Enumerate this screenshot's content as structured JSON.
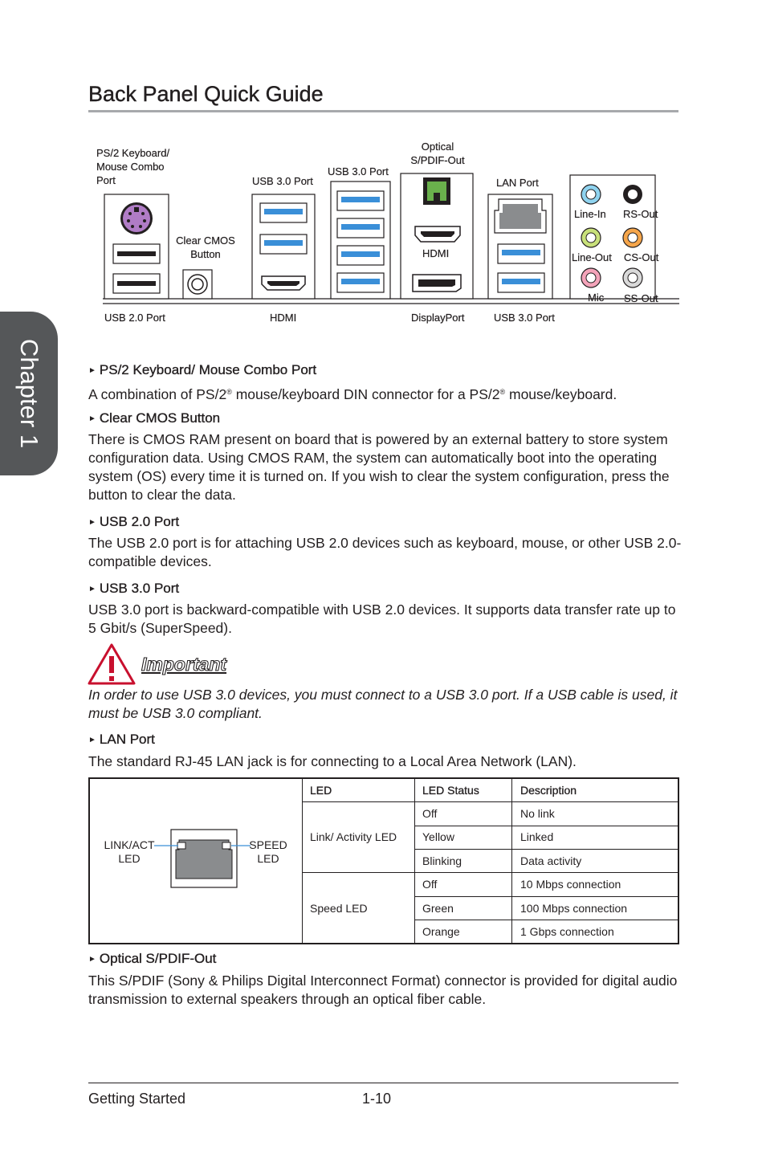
{
  "chapter_tab": "Chapter 1",
  "title": "Back Panel Quick Guide",
  "diagram": {
    "labels": {
      "ps2": [
        "PS/2 Keyboard/",
        "Mouse Combo",
        "Port"
      ],
      "clear_cmos": [
        "Clear CMOS",
        "Button"
      ],
      "usb30_a": "USB 3.0 Port",
      "usb30_b": "USB 3.0 Port",
      "optical": [
        "Optical",
        "S/PDIF-Out"
      ],
      "hdmi_inner": "HDMI",
      "lan": "LAN Port",
      "line_in": "Line-In",
      "rs_out": "RS-Out",
      "line_out": "Line-Out",
      "cs_out": "CS-Out",
      "mic": "Mic",
      "ss_out": "SS-Out",
      "usb20_bottom": "USB 2.0 Port",
      "hdmi_bottom": "HDMI",
      "displayport_bottom": "DisplayPort",
      "usb30_bottom": "USB 3.0 Port"
    },
    "colors": {
      "ps2": "#b07cc6",
      "usb3_blue": "#3a8fd8",
      "optical_green": "#6ab04c",
      "line_in": "#8fd3ef",
      "line_out": "#c8e07a",
      "mic": "#f3a3b9",
      "rs_out": "#231f20",
      "cs_out": "#f5a54a",
      "ss_out": "#d9d9d9"
    }
  },
  "sections": [
    {
      "heading": "PS/2 Keyboard/ Mouse Combo Port",
      "body_parts": [
        "A combination of PS/2",
        "®",
        " mouse/keyboard DIN connector for a PS/2",
        "®",
        " mouse/keyboard."
      ]
    },
    {
      "heading": "Clear CMOS Button",
      "body": "There is CMOS RAM present on board that is powered by an external battery to store system configuration data. Using CMOS RAM, the system can automatically boot into the operating system (OS) every time it is turned on. If you wish to clear the system configuration, press the button to clear the data."
    },
    {
      "heading": "USB 2.0 Port",
      "body": "The USB 2.0 port is for attaching USB 2.0 devices such as keyboard, mouse, or other USB 2.0-compatible devices."
    },
    {
      "heading": "USB 3.0 Port",
      "body": "USB 3.0 port is backward-compatible with USB 2.0 devices. It supports data transfer rate up to 5 Gbit/s (SuperSpeed)."
    },
    {
      "heading": "LAN Port",
      "body": "The standard RJ-45 LAN jack is for connecting to a Local Area Network (LAN)."
    },
    {
      "heading": "Optical S/PDIF-Out",
      "body": "This S/PDIF (Sony & Philips Digital Interconnect Format) connector is provided for digital audio transmission to external speakers through an optical fiber cable."
    }
  ],
  "important": {
    "label": "Important",
    "text": "In order to use USB 3.0 devices, you must connect to a USB 3.0 port. If a USB cable is used, it must be USB 3.0 compliant."
  },
  "led_table": {
    "left_labels": {
      "link_act": [
        "LINK/ACT",
        "LED"
      ],
      "speed": [
        "SPEED",
        "LED"
      ]
    },
    "headers": [
      "LED",
      "LED Status",
      "Description"
    ],
    "groups": [
      {
        "led": "Link/ Activity LED",
        "rows": [
          {
            "status": "Off",
            "description": "No link"
          },
          {
            "status": "Yellow",
            "description": "Linked"
          },
          {
            "status": "Blinking",
            "description": "Data activity"
          }
        ]
      },
      {
        "led": "Speed LED",
        "rows": [
          {
            "status": "Off",
            "description": "10 Mbps connection"
          },
          {
            "status": "Green",
            "description": "100 Mbps connection"
          },
          {
            "status": "Orange",
            "description": "1 Gbps connection"
          }
        ]
      }
    ]
  },
  "footer": {
    "left": "Getting Started",
    "page": "1-10"
  }
}
